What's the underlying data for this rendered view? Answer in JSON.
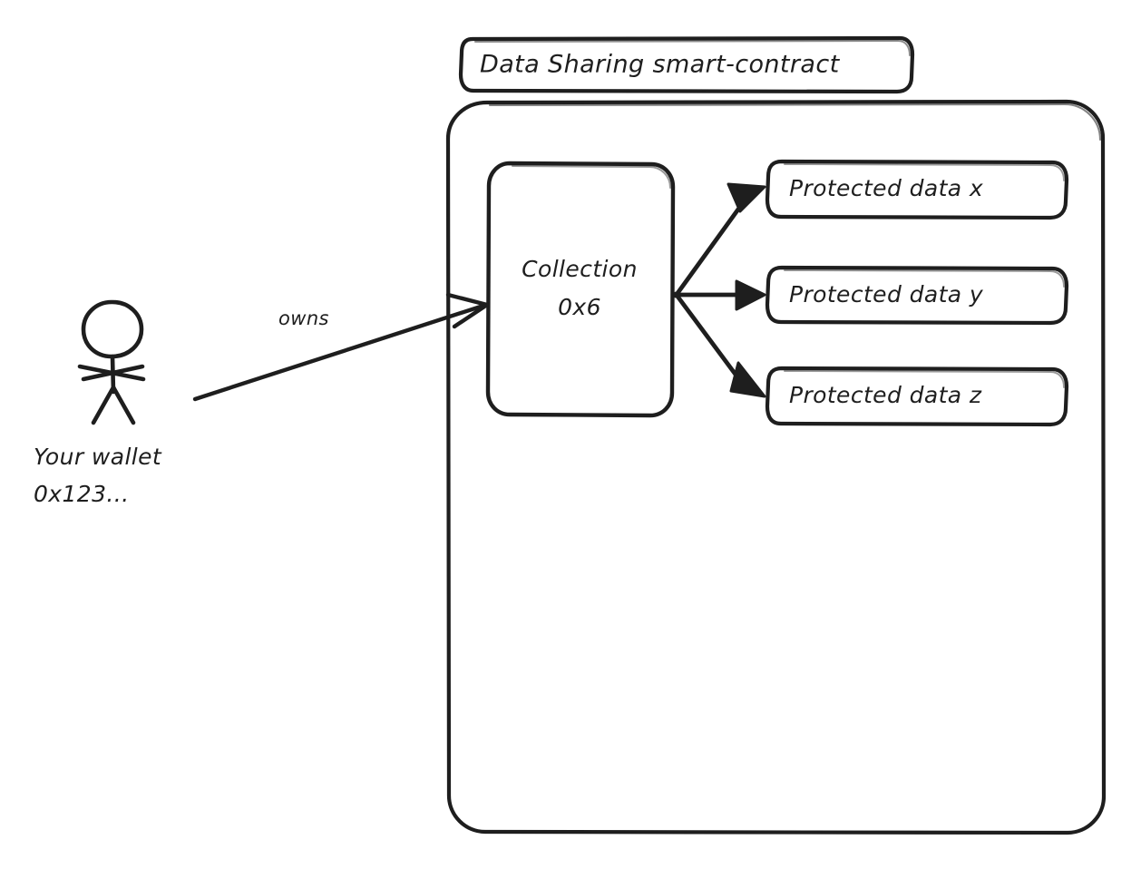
{
  "diagram": {
    "title_box": {
      "label": "Data Sharing smart-contract"
    },
    "container": {
      "name": "smart-contract-container"
    },
    "actor": {
      "icon": "stick-figure-icon",
      "caption_line1": "Your wallet",
      "caption_line2": "0x123..."
    },
    "relations": [
      {
        "label": "owns",
        "from": "Your wallet 0x123...",
        "to": "Collection 0x6"
      }
    ],
    "collection_node": {
      "line1": "Collection",
      "line2": "0x6"
    },
    "protected_data_nodes": [
      {
        "label": "Protected data x"
      },
      {
        "label": "Protected data y"
      },
      {
        "label": "Protected data z"
      }
    ],
    "colors": {
      "stroke": "#1e1e1e",
      "background": "#ffffff",
      "node_fill": "#ffffff"
    }
  }
}
